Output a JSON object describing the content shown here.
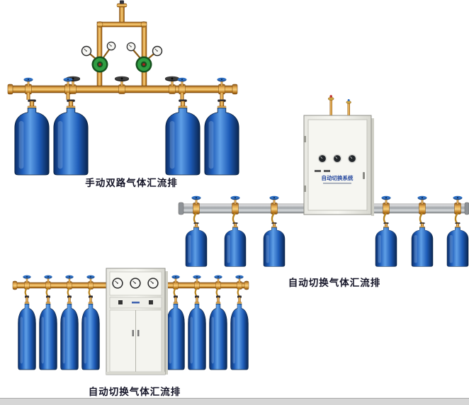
{
  "products": [
    {
      "caption": "手动双路气体汇流排"
    },
    {
      "caption": "自动切换气体汇流排",
      "cabinet_label": "自动切换系统"
    },
    {
      "caption": "自动切换气体汇流排"
    }
  ],
  "colors": {
    "background": "#ffffff",
    "brass": "#c9882f",
    "cylinder_blue": "#1e5cb8",
    "manifold_silver": "#b0b4b8",
    "cabinet_white": "#f4f4ef",
    "caption_text": "#151528"
  }
}
